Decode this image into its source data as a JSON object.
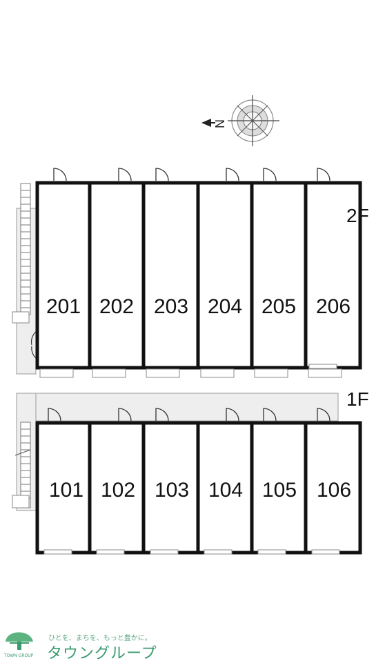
{
  "compass": {
    "direction_label": "N"
  },
  "floors": [
    {
      "label": "2F",
      "rooms": [
        "201",
        "202",
        "203",
        "204",
        "205",
        "206"
      ]
    },
    {
      "label": "1F",
      "rooms": [
        "101",
        "102",
        "103",
        "104",
        "105",
        "106"
      ]
    }
  ],
  "brand": {
    "tagline": "ひとを、まちを、もっと豊かに。",
    "name": "タウングループ",
    "small_text": "TOWN GROUP"
  },
  "colors": {
    "wall": "#111111",
    "corridor_fill": "#eeeeee",
    "corridor_stroke": "#999999",
    "brand_green": "#3b9a6e"
  }
}
